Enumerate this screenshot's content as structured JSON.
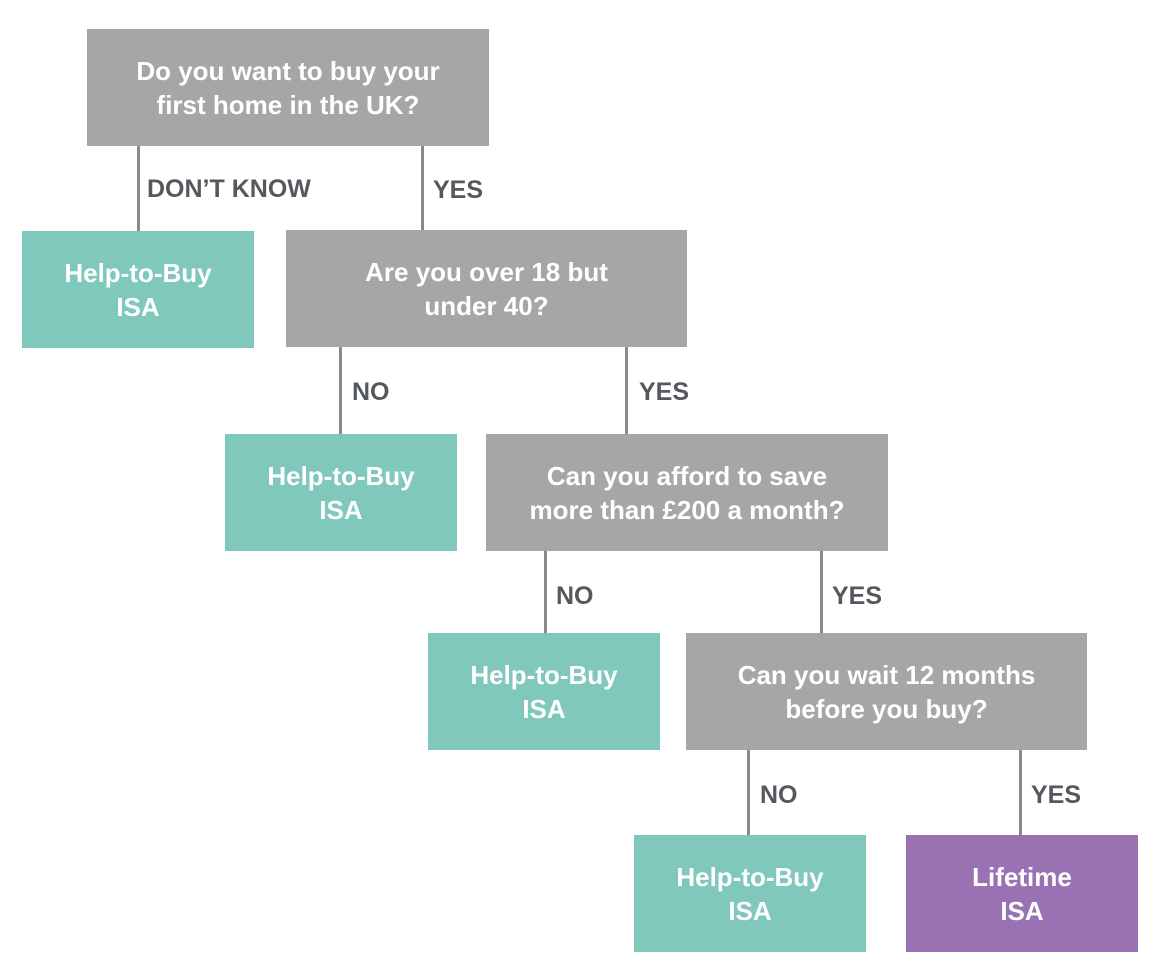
{
  "questions": {
    "q1": [
      "Do you want to buy your",
      "first home in the UK?"
    ],
    "q2": [
      "Are you over 18 but",
      "under 40?"
    ],
    "q3": [
      "Can you afford to save",
      "more than £200 a month?"
    ],
    "q4": [
      "Can you wait 12 months",
      "before you buy?"
    ]
  },
  "results": {
    "r1": [
      "Help-to-Buy",
      "ISA"
    ],
    "r2": [
      "Help-to-Buy",
      "ISA"
    ],
    "r3": [
      "Help-to-Buy",
      "ISA"
    ],
    "r4": [
      "Help-to-Buy",
      "ISA"
    ],
    "r5": [
      "Lifetime",
      "ISA"
    ]
  },
  "edges": {
    "q1_dontknow": "DON’T KNOW",
    "q1_yes": "YES",
    "q2_no": "NO",
    "q2_yes": "YES",
    "q3_no": "NO",
    "q3_yes": "YES",
    "q4_no": "NO",
    "q4_yes": "YES"
  },
  "colors": {
    "question_box": "#a6a6a6",
    "help_to_buy_box": "#80c8bb",
    "lifetime_box": "#9a72b3",
    "edge_label": "#55595e",
    "connector": "#8a8a8a"
  }
}
